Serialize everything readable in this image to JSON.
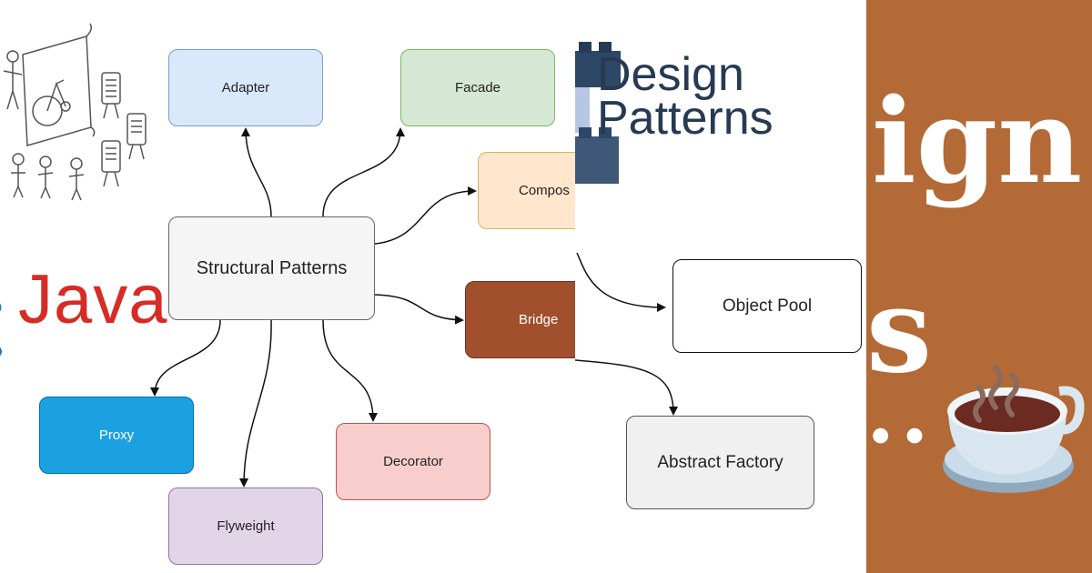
{
  "panel_left": {
    "nodes": {
      "center": "Structural Patterns",
      "adapter": "Adapter",
      "facade": "Facade",
      "composite": "Compos",
      "bridge": "Bridge",
      "proxy": "Proxy",
      "flyweight": "Flyweight",
      "decorator": "Decorator"
    },
    "logo_text": "Java"
  },
  "panel_middle": {
    "title_line1": "Design",
    "title_line2": "Patterns",
    "nodes": {
      "object_pool": "Object Pool",
      "abstract_factory": "Abstract Factory"
    }
  },
  "panel_right": {
    "fragment_1": "ign",
    "fragment_2": "s",
    "fragment_3": "..",
    "icon": "coffee-cup-icon"
  },
  "colors": {
    "right_panel_bg": "#b36a36",
    "bridge_fill": "#a24f2d",
    "proxy_fill": "#1ba1e2",
    "java_red": "#d72b25"
  }
}
